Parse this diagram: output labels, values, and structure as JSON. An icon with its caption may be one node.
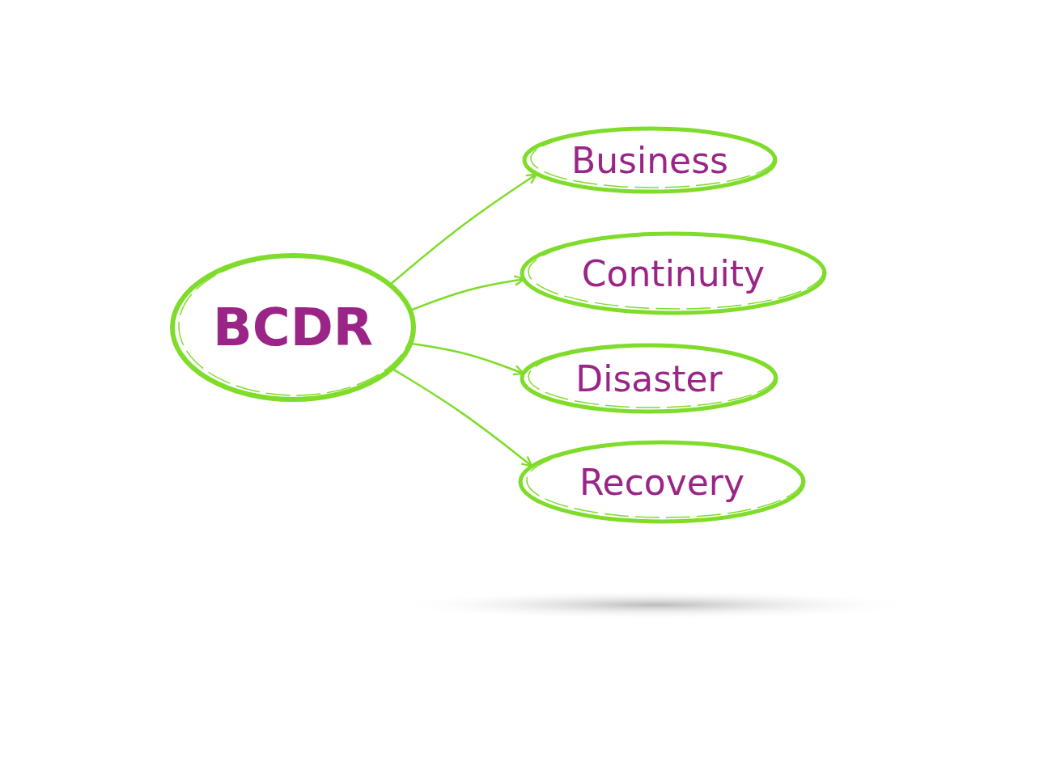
{
  "diagram": {
    "nodes": [
      {
        "text": [
          "BCDR"
        ]
      },
      {
        "text": [
          "Business"
        ]
      },
      {
        "text": [
          "Continuity"
        ]
      },
      {
        "text": [
          "Disaster"
        ]
      },
      {
        "text": [
          "Recovery"
        ]
      }
    ],
    "edges": [
      {
        "from": 0,
        "to": 1,
        "arrow": "to"
      },
      {
        "from": 0,
        "to": 2,
        "arrow": "to"
      },
      {
        "from": 0,
        "to": 3,
        "arrow": "to"
      },
      {
        "from": 0,
        "to": 4,
        "arrow": "to"
      }
    ]
  }
}
